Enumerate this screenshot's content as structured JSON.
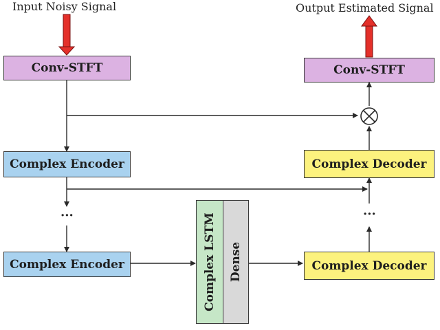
{
  "labels": {
    "input": "Input Noisy Signal",
    "output": "Output Estimated Signal"
  },
  "blocks": {
    "conv_stft_in": "Conv-STFT",
    "conv_stft_out": "Conv-STFT",
    "encoder_top": "Complex Encoder",
    "encoder_bottom": "Complex Encoder",
    "decoder_top": "Complex Decoder",
    "decoder_bottom": "Complex Decoder",
    "lstm": "Complex LSTM",
    "dense": "Dense"
  },
  "ellipsis": {
    "left": "···",
    "right": "···"
  },
  "colors": {
    "stft": "#dcb2e2",
    "encoder": "#a9d2ef",
    "decoder": "#fcf27e",
    "lstm": "#c6e7c7",
    "dense": "#d9d9d9",
    "io_arrow": "#e4302a",
    "line": "#2a2a2a"
  },
  "icons": {
    "multiply": "circled-times-icon"
  }
}
